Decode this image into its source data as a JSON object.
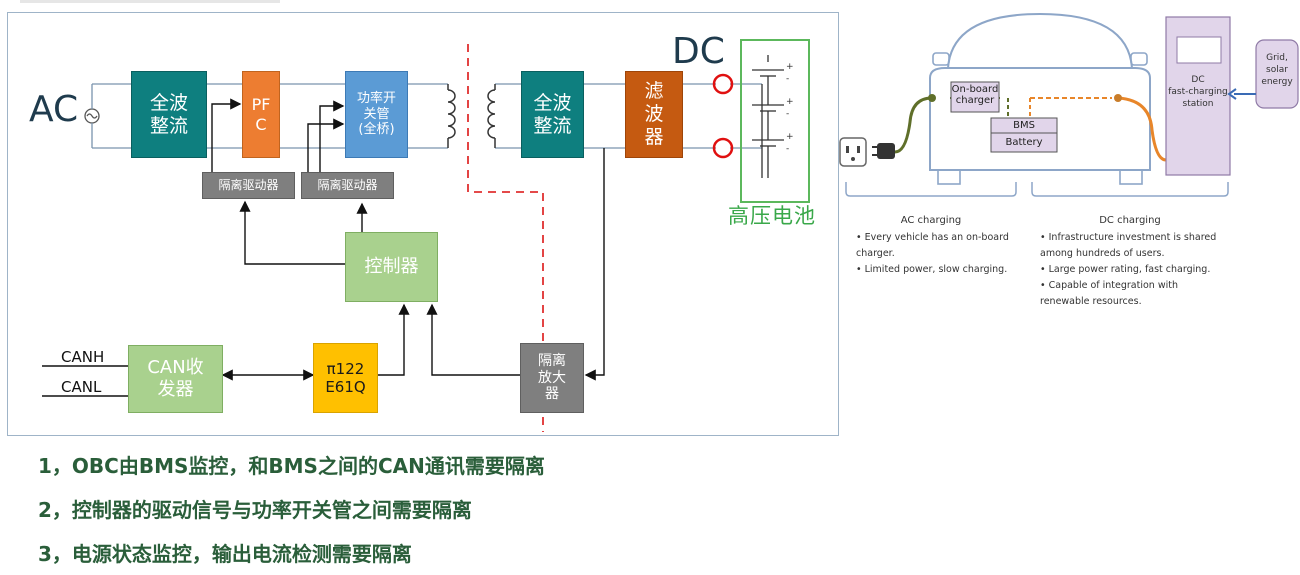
{
  "diagram": {
    "ac_label": "AC",
    "dc_label": "DC",
    "blocks": {
      "rectifier_in": "全波\n整流",
      "pfc": "PF\nC",
      "power_switch": "功率开\n关管\n(全桥)",
      "driver_1": "隔离驱动器",
      "driver_2": "隔离驱动器",
      "controller": "控制器",
      "rectifier_out": "全波\n整流",
      "filter": "滤\n波\n器",
      "can_transceiver": "CAN收\n发器",
      "isolator": "π122\nE61Q",
      "iso_amp": "隔离\n放大\n器"
    },
    "can_lines": [
      "CANH",
      "CANL"
    ],
    "battery_label": "高压电池",
    "colors": {
      "teal": "#0e7f7f",
      "orange": "#ed7d31",
      "blue": "#5b9bd5",
      "green": "#a9d18e",
      "gray": "#7f7f7f",
      "rust": "#c55a11",
      "yellow": "#ffc000",
      "isolation_line": "#e03030",
      "battery_box": "#5cb85c"
    }
  },
  "ev_illustration": {
    "obc_label": "On-board\ncharger",
    "bms_label": "BMS",
    "battery_label": "Battery",
    "station_label": "DC\nfast-charging\nstation",
    "grid_label": "Grid,\nsolar\nenergy",
    "ac_section": {
      "title": "AC charging",
      "bullets": [
        "Every vehicle has an on-board charger.",
        "Limited power, slow charging."
      ]
    },
    "dc_section": {
      "title": "DC charging",
      "bullets": [
        "Infrastructure investment is shared among hundreds of users.",
        "Large power rating, fast charging.",
        "Capable of integration with renewable resources."
      ]
    }
  },
  "notes": [
    "1，OBC由BMS监控，和BMS之间的CAN通讯需要隔离",
    "2，控制器的驱动信号与功率开关管之间需要隔离",
    "3，电源状态监控，输出电流检测需要隔离"
  ]
}
